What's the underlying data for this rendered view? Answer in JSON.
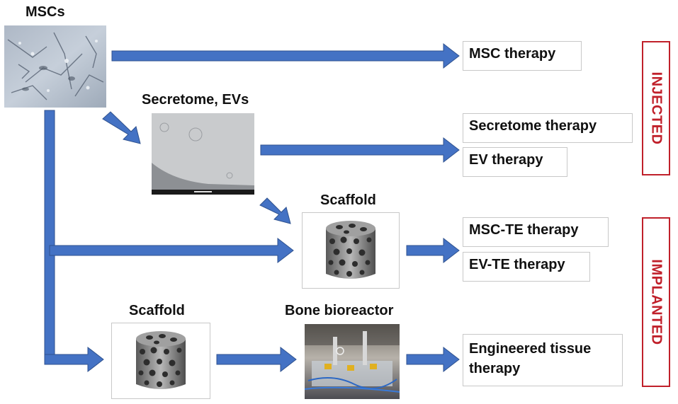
{
  "labels": {
    "mscs": "MSCs",
    "secretome_evs": "Secretome, EVs",
    "scaffold_top": "Scaffold",
    "scaffold_bottom": "Scaffold",
    "bone_bioreactor": "Bone bioreactor"
  },
  "therapies": {
    "msc": "MSC therapy",
    "secretome": "Secretome therapy",
    "ev": "EV therapy",
    "msc_te": "MSC-TE therapy",
    "ev_te": "EV-TE therapy",
    "engineered_line1": "Engineered tissue",
    "engineered_line2": "therapy"
  },
  "categories": {
    "injected": "INJECTED",
    "implanted": "IMPLANTED"
  },
  "colors": {
    "arrow_fill": "#4472c4",
    "arrow_stroke": "#2f528f",
    "category_red": "#c0202a",
    "box_border": "#c8c8c8"
  },
  "icons": {
    "mscs_image": "cell-culture-micrograph",
    "evs_image": "electron-micrograph",
    "scaffold_image": "porous-scaffold-cylinder",
    "bioreactor_image": "bone-bioreactor-photo"
  }
}
